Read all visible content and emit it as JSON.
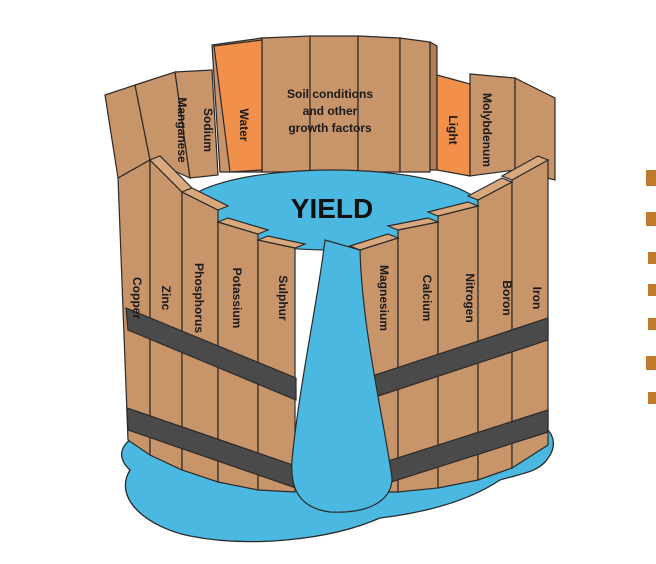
{
  "diagram": {
    "center_label": {
      "line1": "Soil conditions",
      "line2": "and other",
      "line3": "growth factors"
    },
    "yield_label": "YIELD",
    "back_staves": {
      "water": "Water",
      "light": "Light",
      "sodium": "Sodium",
      "manganese": "Manganese",
      "molybdenum": "Molybdenum"
    },
    "front_staves": {
      "copper": "Copper",
      "zinc": "Zinc",
      "phosphorus": "Phosphorus",
      "potassium": "Potassium",
      "sulphur": "Sulphur",
      "magnesium": "Magnesium",
      "calcium": "Calcium",
      "nitrogen": "Nitrogen",
      "boron": "Boron",
      "iron": "Iron"
    },
    "colors": {
      "wood": "#c8946a",
      "wood_dark": "#b07e57",
      "highlight": "#f0904a",
      "water": "#4ab8e0",
      "band": "#4a4a4a",
      "outline": "#2a2a2a"
    }
  }
}
